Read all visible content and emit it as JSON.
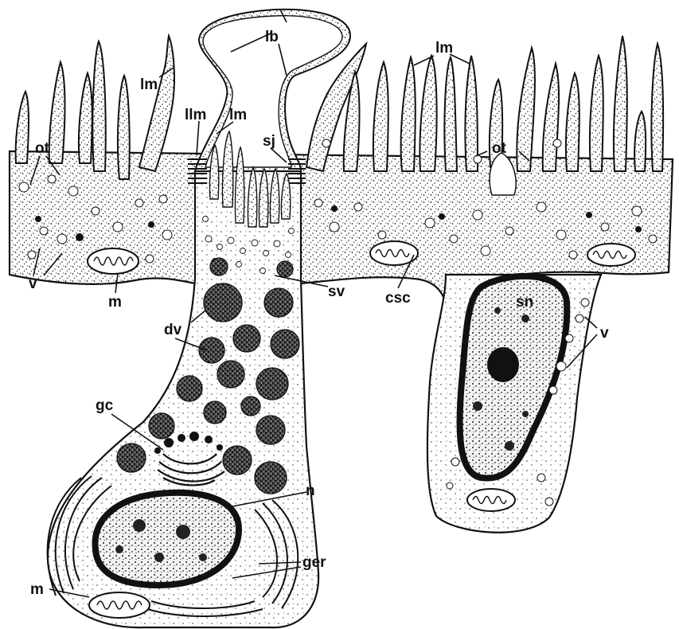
{
  "diagram": {
    "labels": {
      "lb": "lb",
      "lm": "lm",
      "llm": "llm",
      "sj": "sj",
      "ot": "ot",
      "v": "v",
      "m": "m",
      "sv": "sv",
      "csc": "csc",
      "sn": "sn",
      "dv": "dv",
      "gc": "gc",
      "n": "n",
      "ger": "ger"
    }
  }
}
